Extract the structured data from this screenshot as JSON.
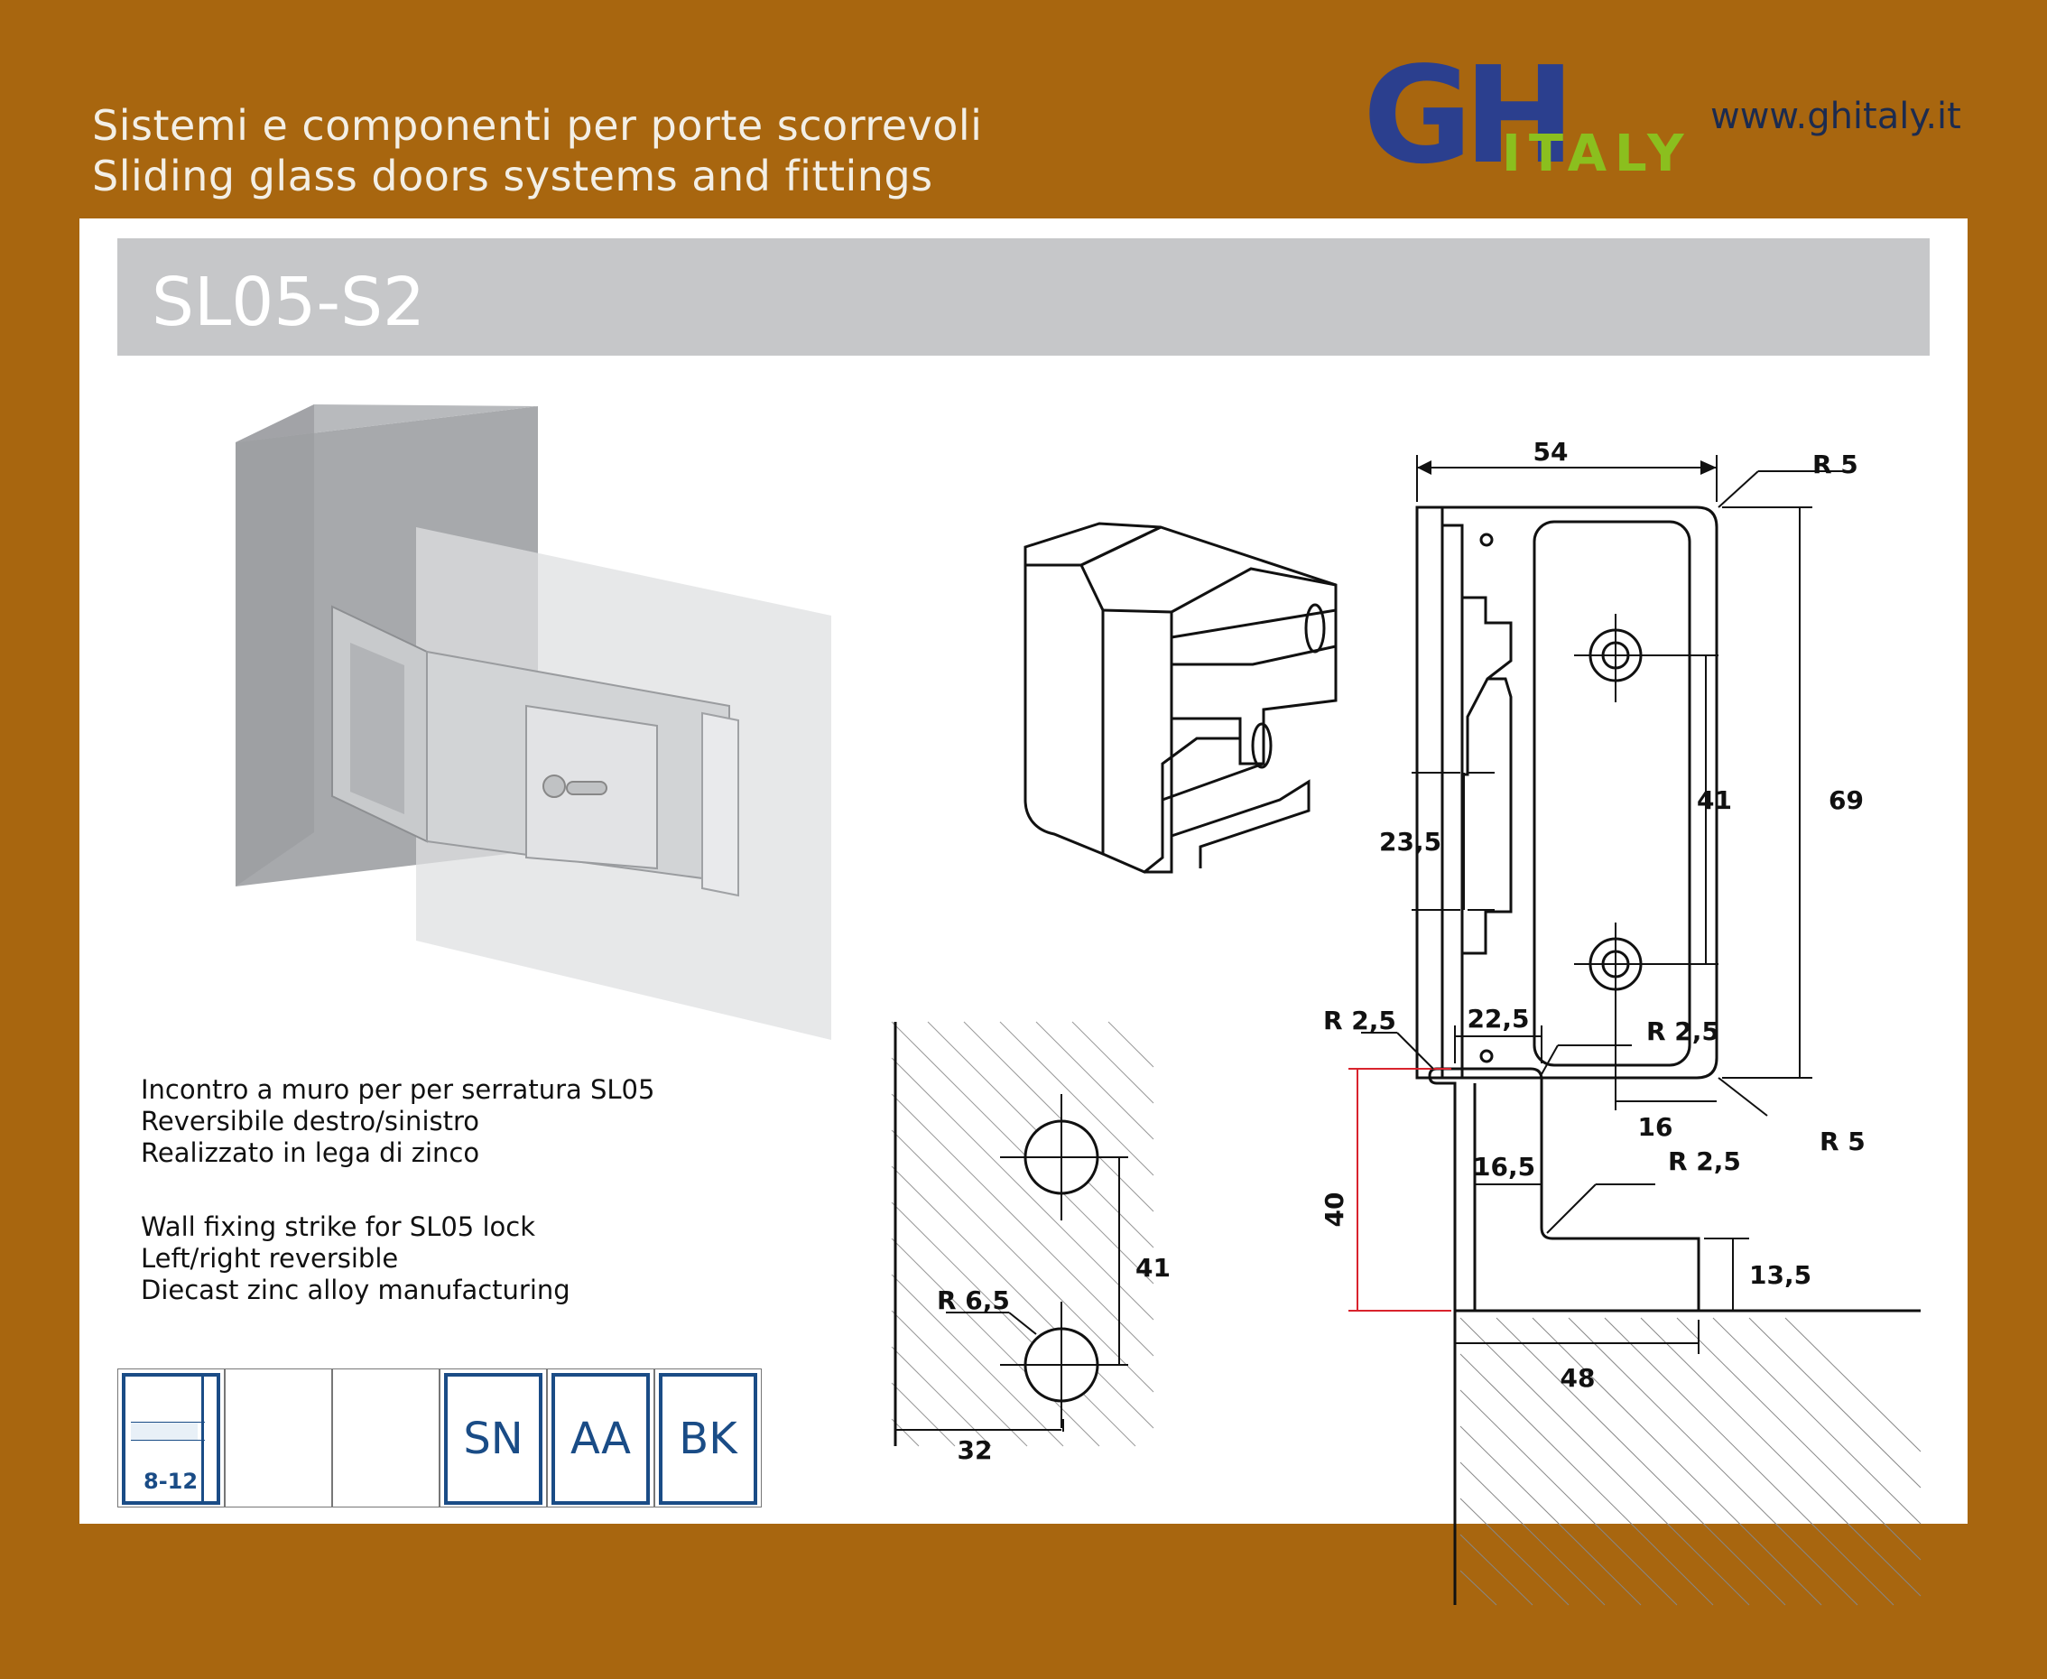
{
  "header": {
    "line_it": "Sistemi e componenti per porte scorrevoli",
    "line_en": "Sliding glass doors systems and fittings",
    "logo_gh": "GH",
    "logo_italy": "ITALY",
    "website": "www.ghitaly.it"
  },
  "product": {
    "code": "SL05-S2"
  },
  "description": {
    "it": [
      "Incontro a muro per per serratura SL05",
      "Reversibile destro/sinistro",
      "Realizzato in lega di zinco"
    ],
    "en": [
      "Wall fixing strike for SL05 lock",
      "Left/right reversible",
      "Diecast zinc alloy manufacturing"
    ]
  },
  "glass_thickness": "8-12",
  "finishes": [
    "SN",
    "AA",
    "BK"
  ],
  "dims_front": {
    "width": "54",
    "height": "69",
    "hole_spacing": "41",
    "offset": "23,5",
    "hole_x": "16",
    "r_top": "R 5",
    "r_bottom": "R 5"
  },
  "dims_side": {
    "top": "22,5",
    "height": "40",
    "inner": "16,5",
    "foot": "13,5",
    "base": "48",
    "r1": "R 2,5",
    "r2": "R 2,5",
    "r3": "R 2,5"
  },
  "dims_wall": {
    "spacing": "41",
    "radius": "R 6,5",
    "edge": "32"
  },
  "colors": {
    "background": "#a8660f",
    "panel": "#ffffff",
    "title_bar": "#c6c7c9",
    "badge": "#1a4c86",
    "logo_blue": "#2b3f8e",
    "logo_green": "#8bbf1e",
    "dimension_red": "#d9232d"
  }
}
